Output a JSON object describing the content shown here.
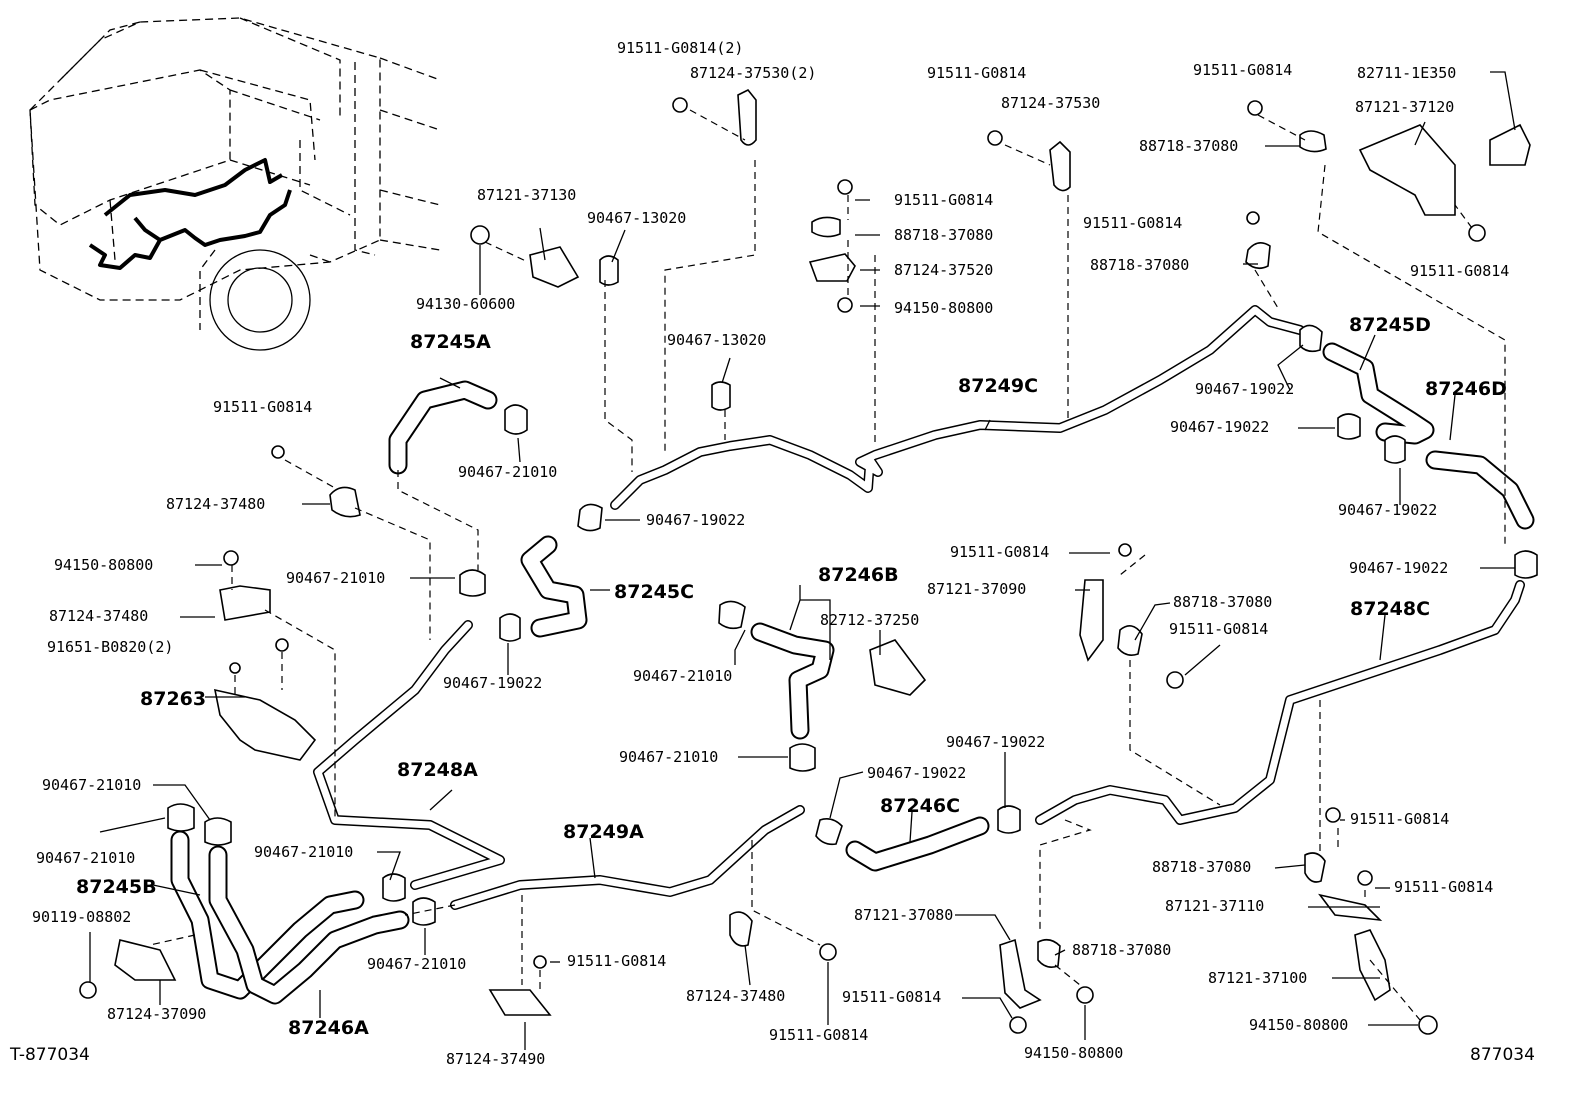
{
  "diagram_id": "T-877034",
  "page_number": "877034",
  "hose_labels": {
    "h87245A": "87245A",
    "h87245B": "87245B",
    "h87245C": "87245C",
    "h87245D": "87245D",
    "h87246A": "87246A",
    "h87246B": "87246B",
    "h87246C": "87246C",
    "h87246D": "87246D",
    "h87248A": "87248A",
    "h87248C": "87248C",
    "h87249A": "87249A",
    "h87249C": "87249C",
    "h87263": "87263"
  },
  "part_labels": {
    "p01": "91511-G0814(2)",
    "p02": "87124-37530(2)",
    "p03": "87121-37130",
    "p04": "90467-13020",
    "p05": "94130-60600",
    "p06": "91511-G0814",
    "p07": "87124-37530",
    "p08": "91511-G0814",
    "p09": "88718-37080",
    "p10": "87124-37520",
    "p11": "94150-80800",
    "p12": "91511-G0814",
    "p13": "82711-1E350",
    "p14": "87121-37120",
    "p15": "88718-37080",
    "p16": "91511-G0814",
    "p17": "88718-37080",
    "p18": "91511-G0814",
    "p19": "90467-13020",
    "p20": "90467-19022",
    "p21": "90467-19022",
    "p22": "90467-19022",
    "p23": "91511-G0814",
    "p24": "90467-21010",
    "p25": "87124-37480",
    "p26": "90467-19022",
    "p27": "91511-G0814",
    "p28": "87121-37090",
    "p29": "88718-37080",
    "p30": "91511-G0814",
    "p31": "90467-19022",
    "p32": "94150-80800",
    "p33": "90467-21010",
    "p34": "87124-37480",
    "p35": "91651-B0820(2)",
    "p36": "90467-19022",
    "p37": "82712-37250",
    "p38": "90467-21010",
    "p39": "90467-21010",
    "p40": "90467-19022",
    "p41": "90467-19022",
    "p42": "90467-21010",
    "p43": "90467-21010",
    "p44": "90467-21010",
    "p45": "90119-08802",
    "p46": "87124-37090",
    "p47": "90467-21010",
    "p48": "91511-G0814",
    "p49": "87124-37490",
    "p50": "87124-37480",
    "p51": "91511-G0814",
    "p52": "87121-37080",
    "p53": "88718-37080",
    "p54": "91511-G0814",
    "p55": "94150-80800",
    "p56": "91511-G0814",
    "p57": "88718-37080",
    "p58": "91511-G0814",
    "p59": "87121-37110",
    "p60": "87121-37100",
    "p61": "94150-80800"
  }
}
